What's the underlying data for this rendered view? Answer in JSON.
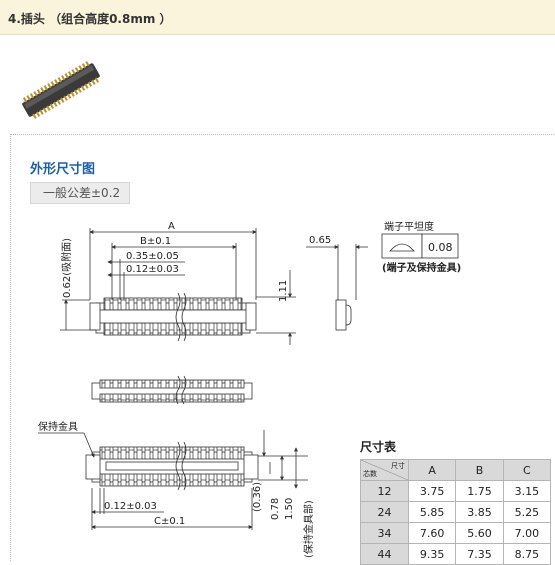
{
  "header": {
    "title": "4.插头 （组合高度0.8mm ）"
  },
  "drawing": {
    "title": "外形尺寸图",
    "tolerance": "一般公差±0.2",
    "dims": {
      "A": "A",
      "B": "B±0.1",
      "d035": "0.35±0.05",
      "d012": "0.12±0.03",
      "h062": "0.62(吸附面)",
      "h111": "1.11",
      "w065": "0.65",
      "flatness_title": "端子平坦度",
      "flatness_value": "0.08",
      "flatness_caption": "(端子及保持金具)",
      "retainer": "保持金具",
      "d012b": "0.12±0.03",
      "C": "C±0.1",
      "v036": "(0.36)",
      "v078": "0.78",
      "v150": "1.50",
      "v_retainer": "(保持金具部)"
    }
  },
  "table": {
    "title": "尺寸表",
    "head_pins": "芯数",
    "head_size": "尺寸",
    "columns": [
      "A",
      "B",
      "C"
    ],
    "rows": [
      {
        "pins": "12",
        "A": "3.75",
        "B": "1.75",
        "C": "3.15"
      },
      {
        "pins": "24",
        "A": "5.85",
        "B": "3.85",
        "C": "5.25"
      },
      {
        "pins": "34",
        "A": "7.60",
        "B": "5.60",
        "C": "7.00"
      },
      {
        "pins": "44",
        "A": "9.35",
        "B": "7.35",
        "C": "8.75"
      }
    ]
  }
}
